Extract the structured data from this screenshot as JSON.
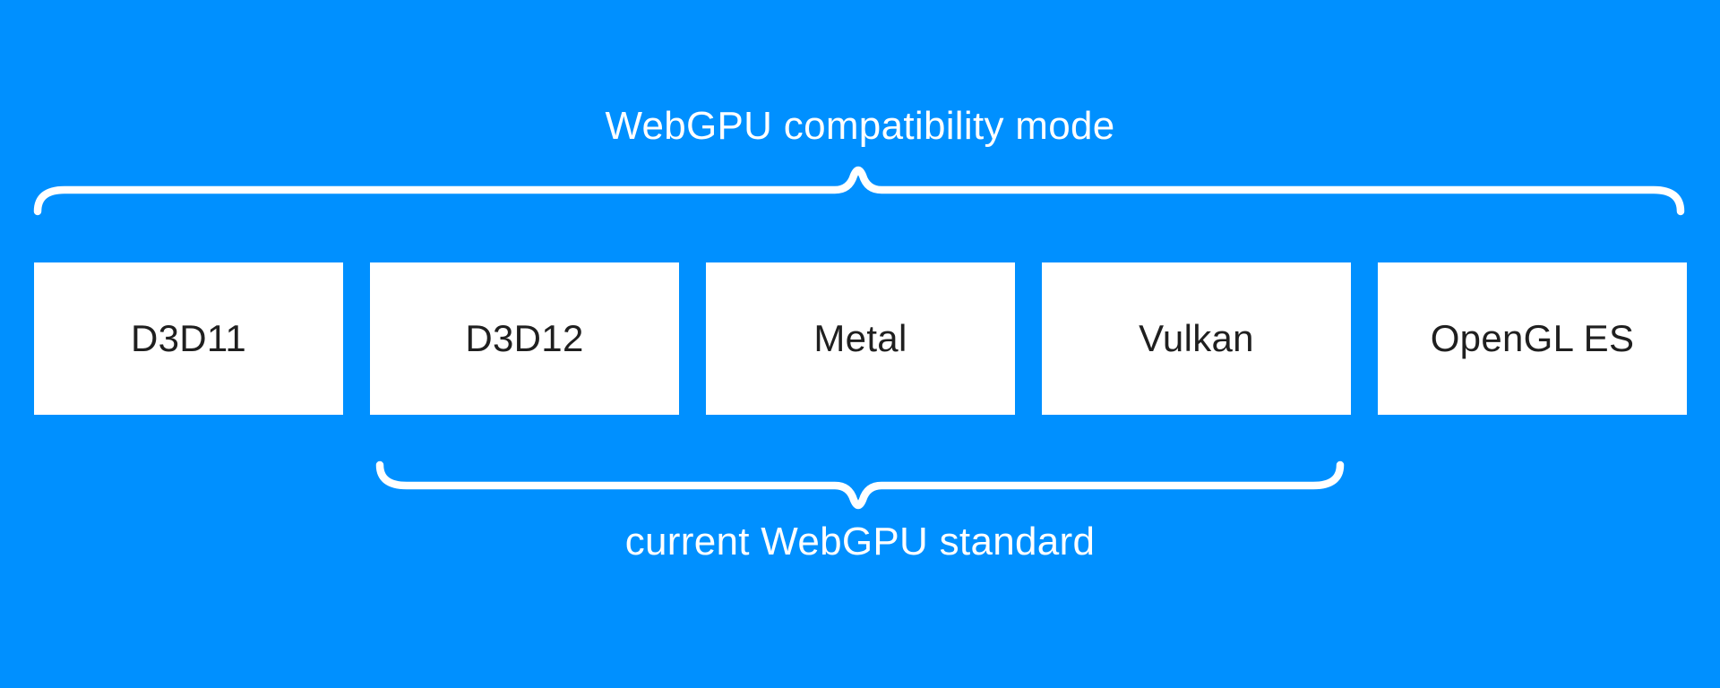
{
  "colors": {
    "background": "#0090ff",
    "box_fill": "#ffffff",
    "box_text": "#1f1f1f",
    "label_text": "#ffffff",
    "brace": "#ffffff"
  },
  "top_group": {
    "label": "WebGPU compatibility mode"
  },
  "bottom_group": {
    "label": "current WebGPU standard"
  },
  "boxes": [
    {
      "label": "D3D11"
    },
    {
      "label": "D3D12"
    },
    {
      "label": "Metal"
    },
    {
      "label": "Vulkan"
    },
    {
      "label": "OpenGL ES"
    }
  ]
}
